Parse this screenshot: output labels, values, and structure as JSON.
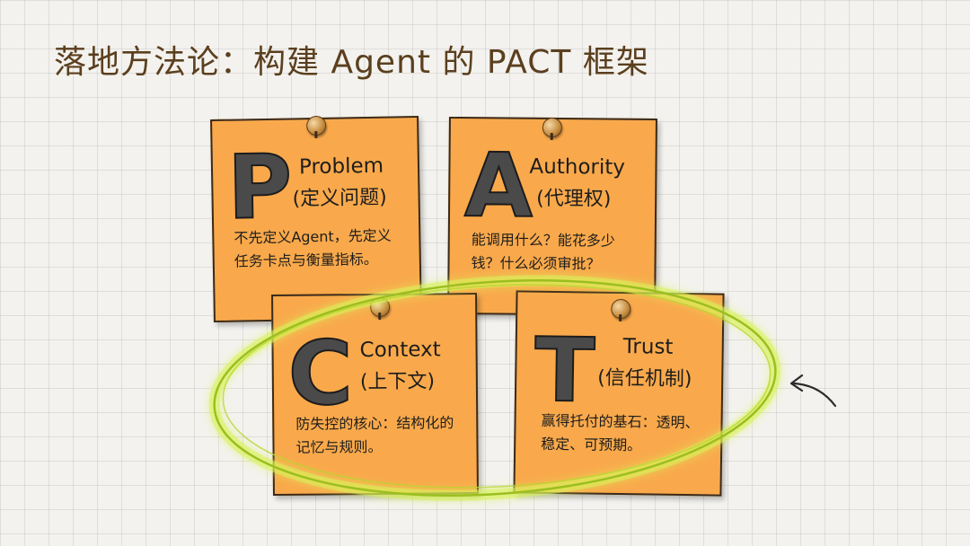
{
  "title": "落地方法论：构建 Agent 的 PACT 框架",
  "notes": [
    {
      "letter": "P",
      "english": "Problem",
      "chinese": "(定义问题)",
      "description": "不先定义Agent，先定义任务卡点与衡量指标。"
    },
    {
      "letter": "A",
      "english": "Authority",
      "chinese": "(代理权)",
      "description": "能调用什么？能花多少钱？什么必须审批？"
    },
    {
      "letter": "C",
      "english": "Context",
      "chinese": "(上下文)",
      "description": "防失控的核心：结构化的记忆与规则。"
    },
    {
      "letter": "T",
      "english": "Trust",
      "chinese": "(信任机制)",
      "description": "赢得托付的基石：透明、稳定、可预期。"
    }
  ]
}
